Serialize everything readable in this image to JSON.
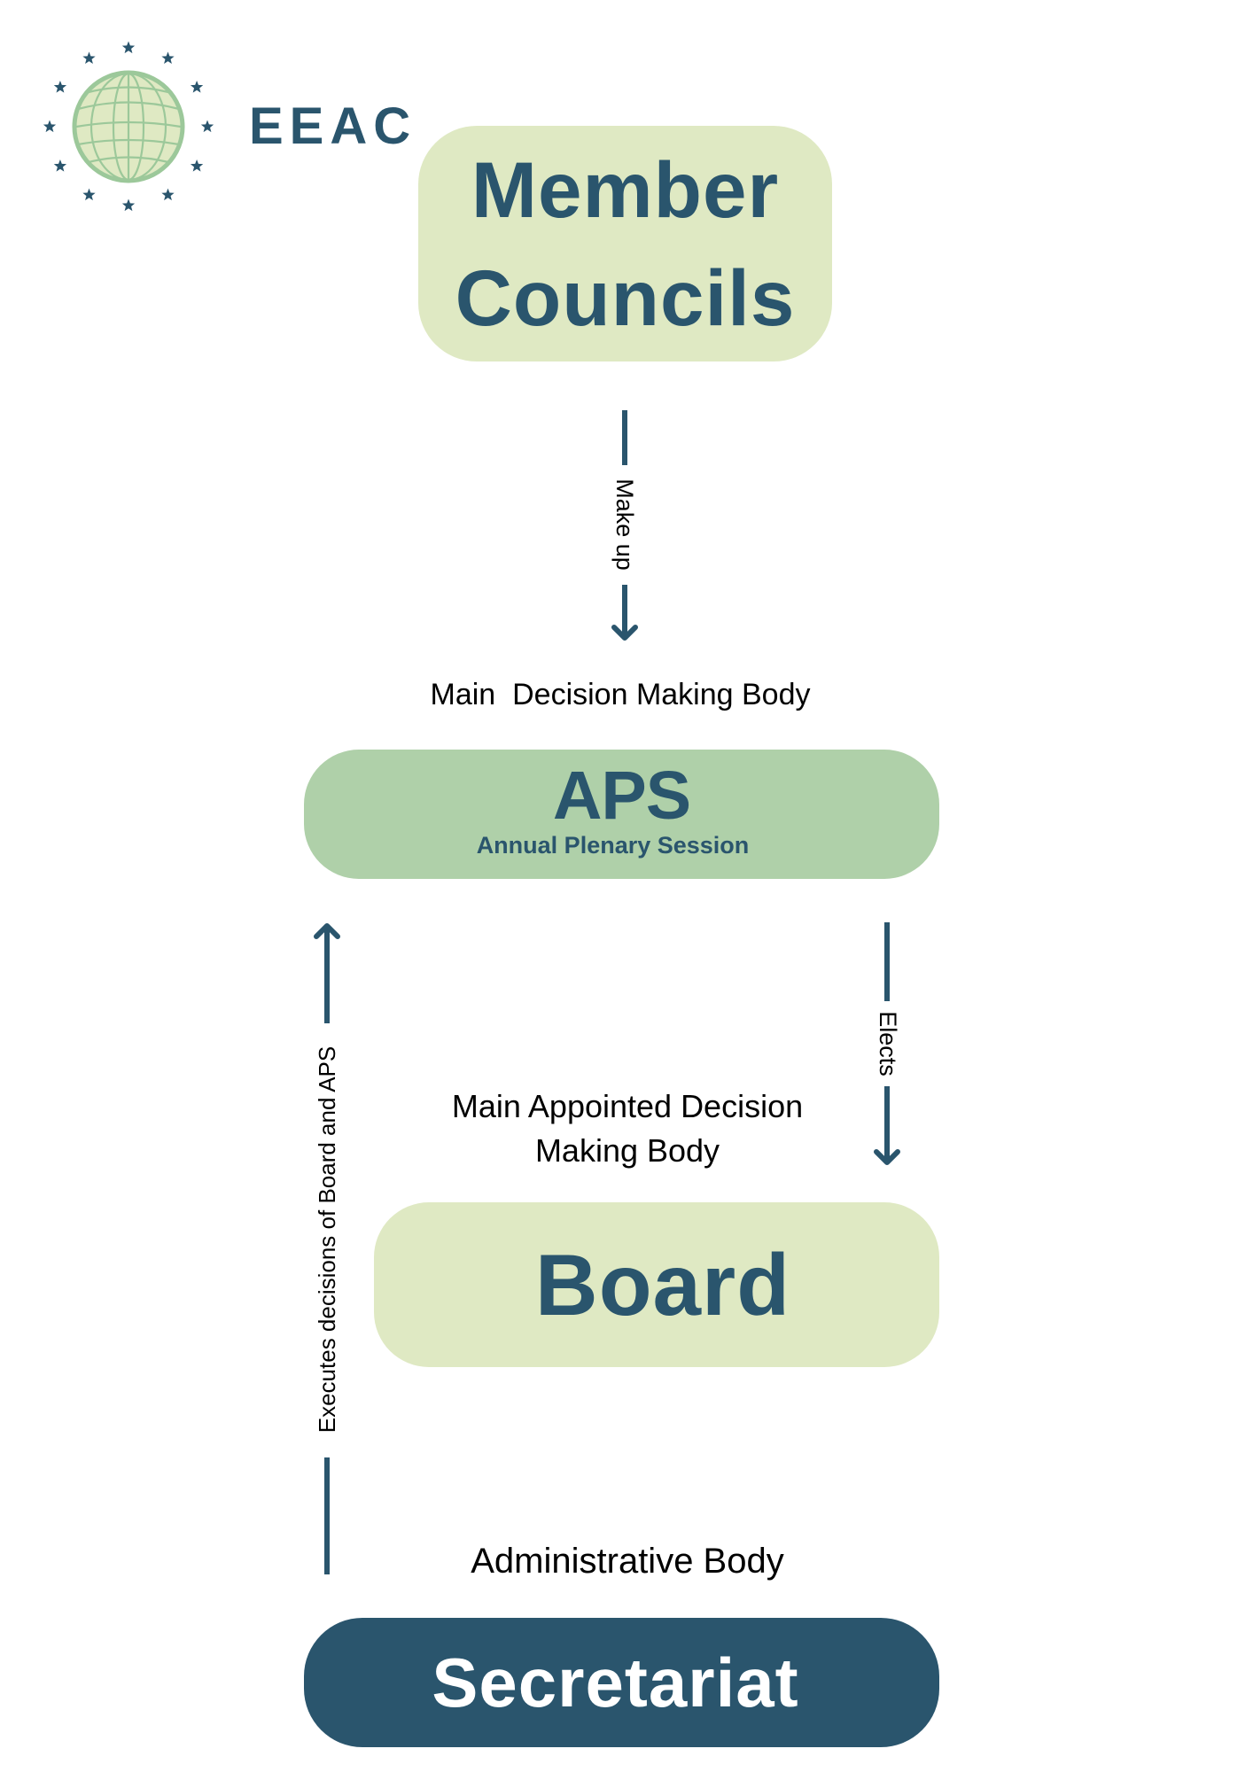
{
  "header": {
    "logo_icon": "globe-with-stars-icon",
    "brand": "EEAC"
  },
  "colors": {
    "primary_dark": "#2a556d",
    "light_green": "#dfe9c3",
    "mid_green": "#afd0a9",
    "globe_stroke": "#9cc89a",
    "text": "#000000",
    "white": "#ffffff"
  },
  "nodes": {
    "member_councils": {
      "line1": "Member",
      "line2": "Councils"
    },
    "aps": {
      "title": "APS",
      "subtitle": "Annual Plenary Session",
      "caption": "Main  Decision Making Body"
    },
    "board": {
      "title": "Board",
      "caption_line1": "Main Appointed Decision",
      "caption_line2": "Making Body"
    },
    "secretariat": {
      "title": "Secretariat",
      "caption": "Administrative Body"
    }
  },
  "edges": [
    {
      "from": "Member Councils",
      "to": "APS",
      "label": "Make up",
      "direction": "down"
    },
    {
      "from": "APS",
      "to": "Board",
      "label": "Elects",
      "direction": "down"
    },
    {
      "from": "Secretariat",
      "to": "APS",
      "label": "Executes decisions of Board and APS",
      "direction": "up"
    }
  ]
}
